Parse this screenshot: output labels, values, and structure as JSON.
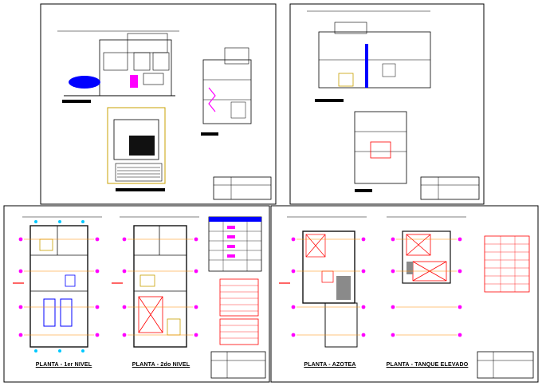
{
  "plan_labels": {
    "first_floor": "PLANTA - 1er NIVEL",
    "second_floor": "PLANTA - 2do NIVEL",
    "roof": "PLANTA - AZOTEA",
    "water_tank": "PLANTA - TANQUE ELEVADO"
  },
  "colors": {
    "line": "#000000",
    "wall": "#111111",
    "red": "#ff0000",
    "blue": "#0000ff",
    "magenta": "#ff00ff",
    "cyan": "#00c8ff",
    "yellow": "#ffe600",
    "green": "#00b000",
    "orange": "#ff8c00",
    "gold": "#c8a000"
  }
}
